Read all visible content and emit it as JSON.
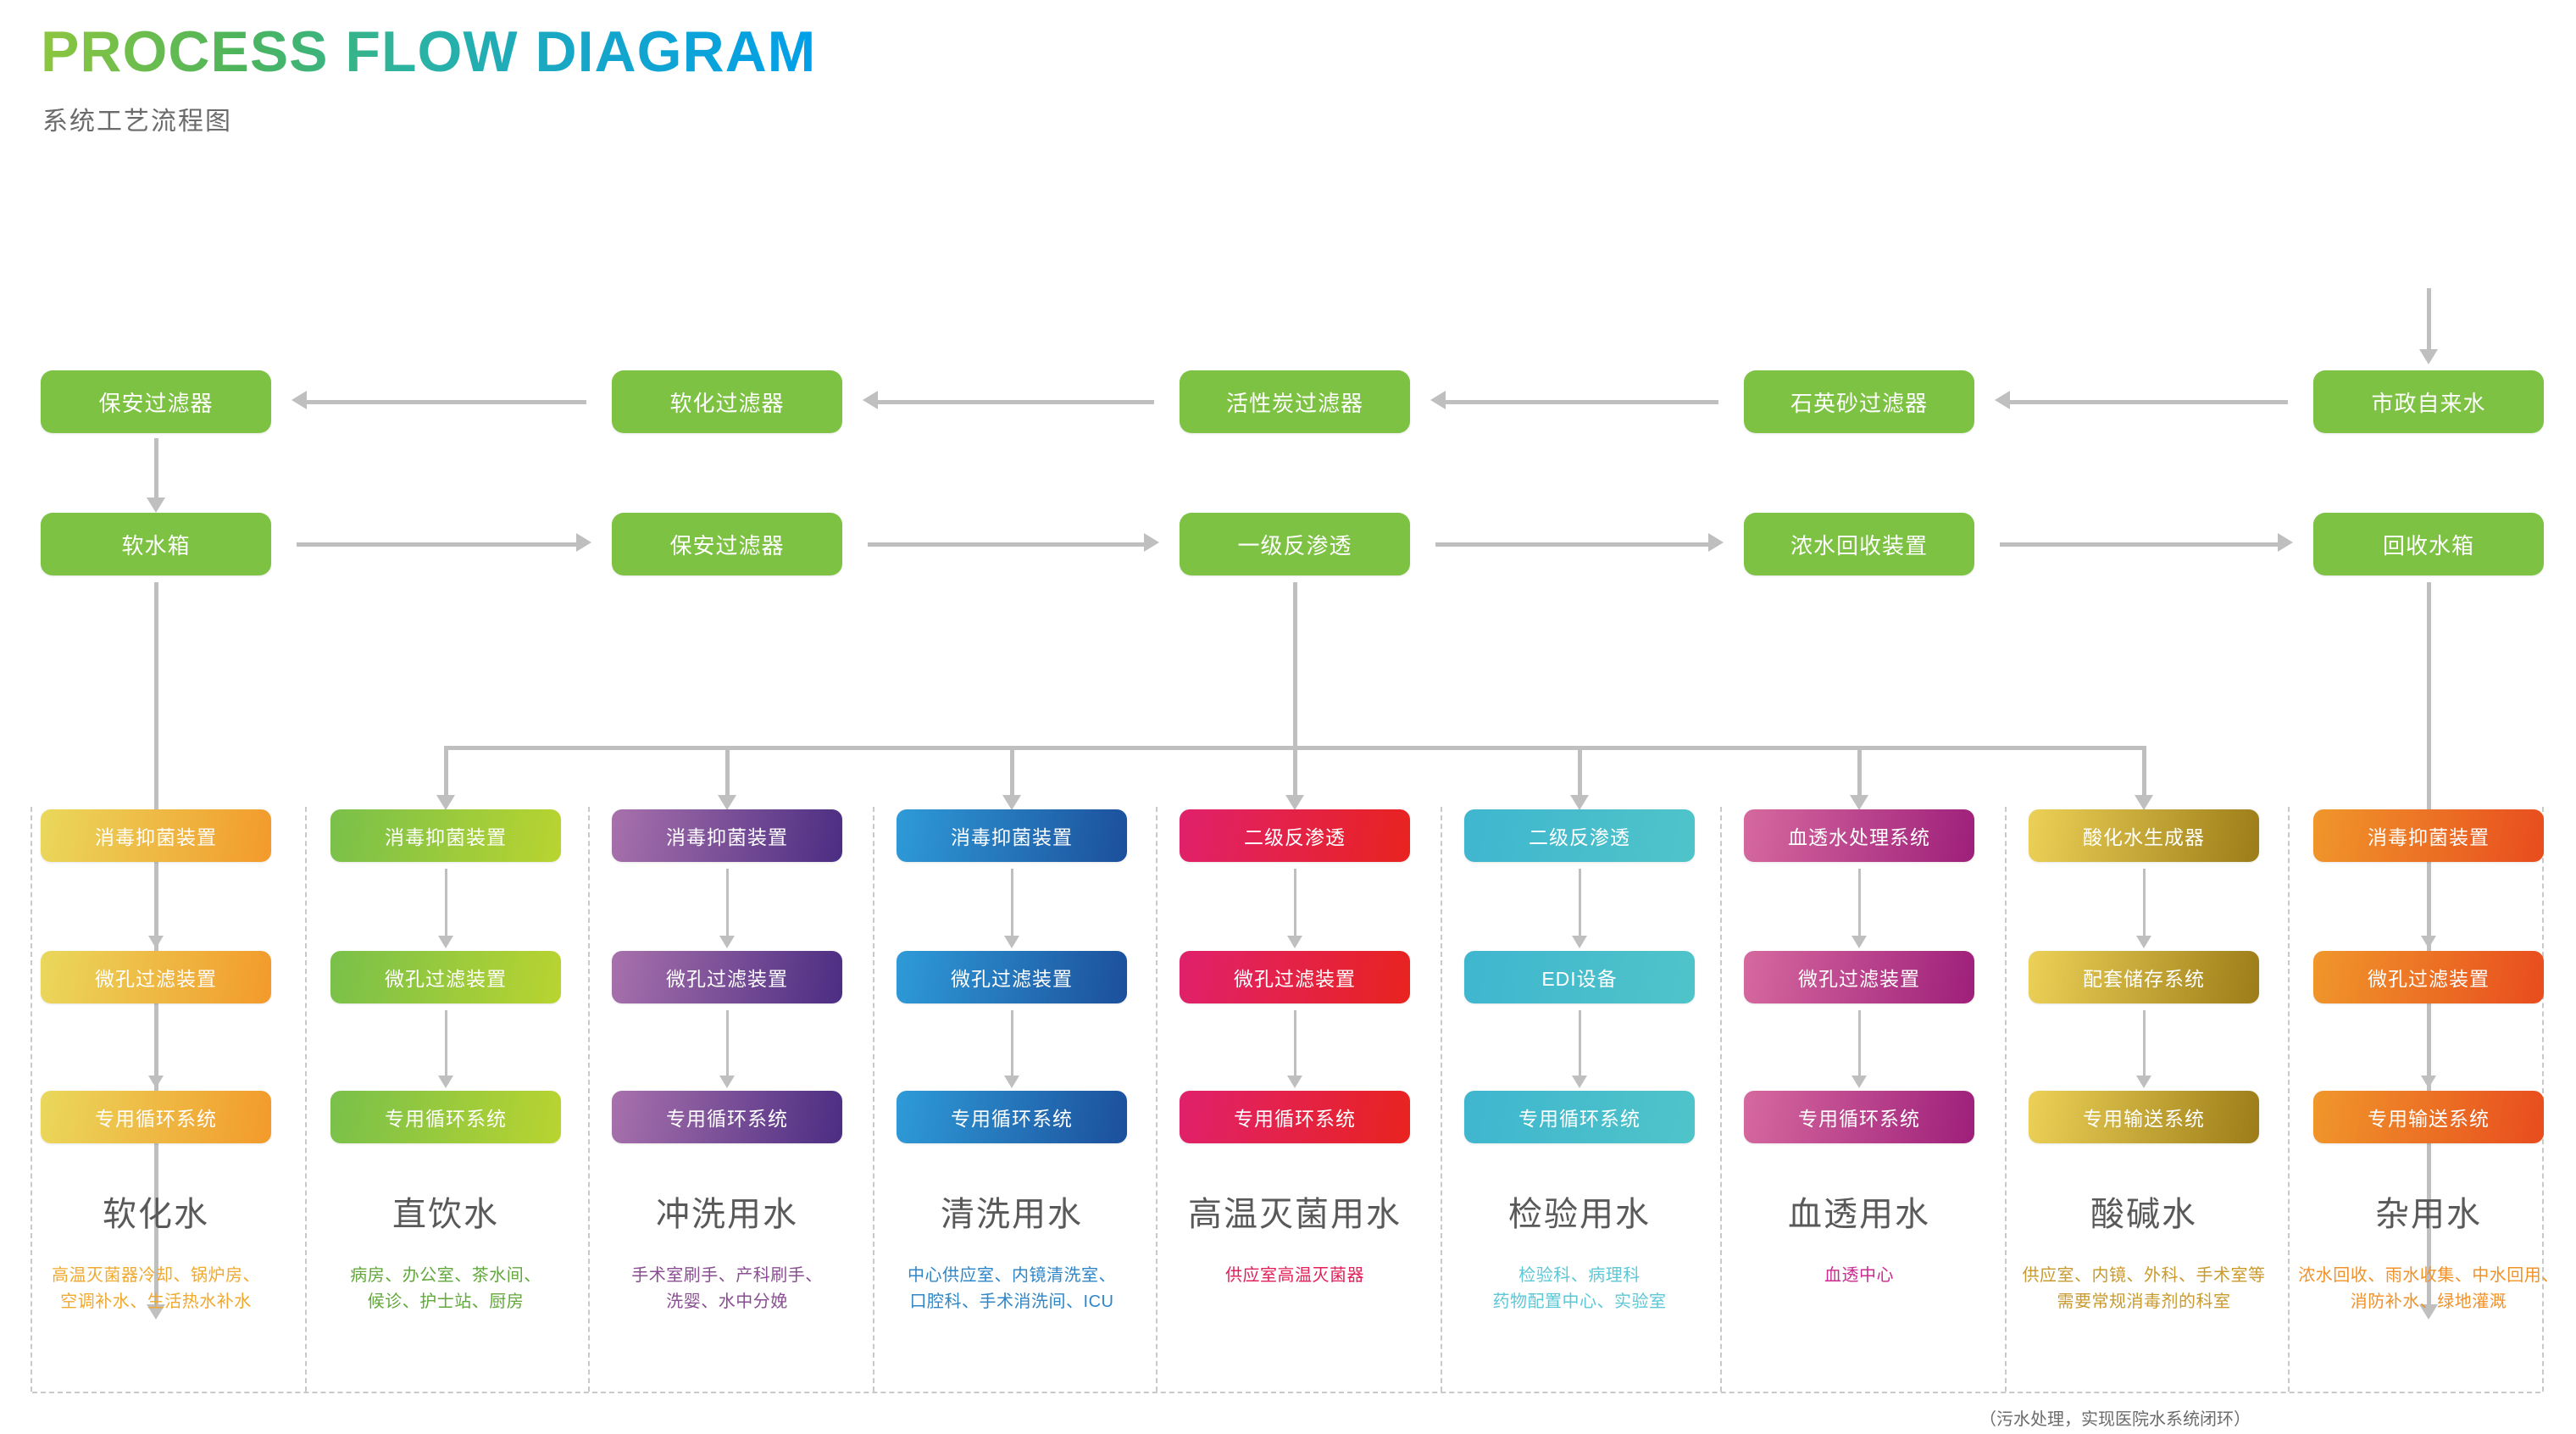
{
  "header": {
    "title": "PROCESS FLOW DIAGRAM",
    "subtitle": "系统工艺流程图",
    "title_gradient_from": "#8dc63f",
    "title_gradient_to": "#00a0e9"
  },
  "pretreatment": {
    "row1": [
      {
        "label": "保安过滤器"
      },
      {
        "label": "软化过滤器"
      },
      {
        "label": "活性炭过滤器"
      },
      {
        "label": "石英砂过滤器"
      },
      {
        "label": "市政自来水"
      }
    ],
    "row2": [
      {
        "label": "软水箱"
      },
      {
        "label": "保安过滤器"
      },
      {
        "label": "一级反渗透"
      },
      {
        "label": "浓水回收装置"
      },
      {
        "label": "回收水箱"
      }
    ],
    "box_color": "#7dc242",
    "connector_color": "#bfbfbf"
  },
  "columns": [
    {
      "name": "软化水",
      "steps": [
        "消毒抑菌装置",
        "微孔过滤装置",
        "专用循环系统"
      ],
      "desc": "高温灭菌器冷却、锅炉房、\n空调补水、生活热水补水",
      "desc_color": "#f0a92e",
      "grad_from": "#ead85c",
      "grad_to": "#f39a2b"
    },
    {
      "name": "直饮水",
      "steps": [
        "消毒抑菌装置",
        "微孔过滤装置",
        "专用循环系统"
      ],
      "desc": "病房、办公室、茶水间、\n候诊、护士站、厨房",
      "desc_color": "#63a83c",
      "grad_from": "#79c04a",
      "grad_to": "#b9d430"
    },
    {
      "name": "冲洗用水",
      "steps": [
        "消毒抑菌装置",
        "微孔过滤装置",
        "专用循环系统"
      ],
      "desc": "手术室刷手、产科刷手、\n洗婴、水中分娩",
      "desc_color": "#8a4f92",
      "grad_from": "#a871ac",
      "grad_to": "#4b2d82"
    },
    {
      "name": "清洗用水",
      "steps": [
        "消毒抑菌装置",
        "微孔过滤装置",
        "专用循环系统"
      ],
      "desc": "中心供应室、内镜清洗室、\n口腔科、手术消洗间、ICU",
      "desc_color": "#2f86c8",
      "grad_from": "#2e9bd8",
      "grad_to": "#1c4f9c"
    },
    {
      "name": "高温灭菌用水",
      "steps": [
        "二级反渗透",
        "微孔过滤装置",
        "专用循环系统"
      ],
      "desc": "供应室高温灭菌器",
      "desc_color": "#e0215a",
      "grad_from": "#e0216c",
      "grad_to": "#e8231f"
    },
    {
      "name": "检验用水",
      "steps": [
        "二级反渗透",
        "EDI设备",
        "专用循环系统"
      ],
      "desc": "检验科、病理科\n药物配置中心、实验室",
      "desc_color": "#5ec7d6",
      "grad_from": "#3fb6cf",
      "grad_to": "#4fc4c9"
    },
    {
      "name": "血透用水",
      "steps": [
        "血透水处理系统",
        "微孔过滤装置",
        "专用循环系统"
      ],
      "desc": "血透中心",
      "desc_color": "#cc2a8f",
      "grad_from": "#d islot",
      "grad_from_hex": "#d6699f",
      "grad_to": "#9e1f7a"
    },
    {
      "name": "酸碱水",
      "steps": [
        "酸化水生成器",
        "配套储存系统",
        "专用输送系统"
      ],
      "desc": "供应室、内镜、外科、手术室等\n需要常规消毒剂的科室",
      "desc_color": "#c99a2e",
      "grad_from": "#ecd157",
      "grad_to": "#9c7c18"
    },
    {
      "name": "杂用水",
      "steps": [
        "消毒抑菌装置",
        "微孔过滤装置",
        "专用输送系统"
      ],
      "desc": "浓水回收、雨水收集、中水回用、\n消防补水、绿地灌溉",
      "desc_color": "#f0922b",
      "grad_from": "#f0972b",
      "grad_to": "#e84c1e"
    }
  ],
  "footnote": "（污水处理，实现医院水系统闭环）"
}
